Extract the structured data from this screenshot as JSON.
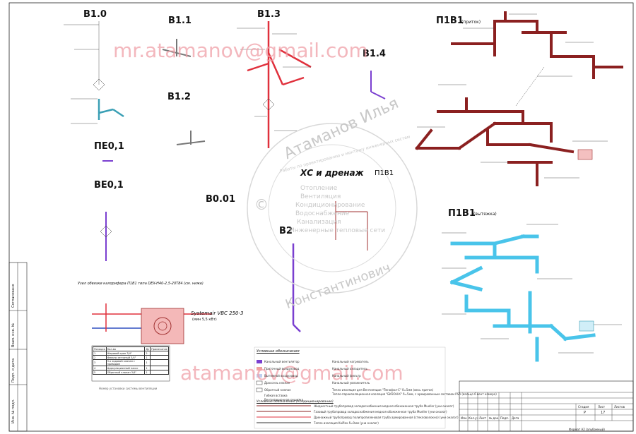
{
  "systems": {
    "v10": "В1.0",
    "v11": "В1.1",
    "v13": "В1.3",
    "v14": "В1.4",
    "v12": "В1.2",
    "pe01": "ПЕ0,1",
    "ve01": "ВЕ0,1",
    "v001": "В0.01",
    "v2": "В2",
    "p1v1_supply": "П1В1",
    "p1v1_supply_note": "(приток)",
    "p1v1_exhaust": "П1В1",
    "p1v1_exhaust_note": "(вытяжка)",
    "xs_drain": "ХС и дренаж",
    "xs_drain_sys": "П1В1"
  },
  "watermarks": {
    "email_top": "mr.atamanov@gmail.com",
    "email_bottom": "atamanov@gmail.com"
  },
  "stamp": {
    "name_top": "Атаманов Илья",
    "name_bottom": "Константинович",
    "ring_text": "Работы по проектированию и монтажу инженерных систем",
    "items": [
      "Отопление",
      "Вентиляция",
      "Кондиционирование",
      "Водоснабжение",
      "Канализация",
      "Инженерные тепловые сети"
    ],
    "copyright": "©"
  },
  "unit": {
    "title": "Узел обвязки калорифера П1В1 типа  DEX-H40-2,5-20Т84  (см. ниже)",
    "system_label": "Systemair  VBC 250-3",
    "system_sub": "(мин 5,5 кВт)",
    "bottom_note": "Номер установки системы вентиляции"
  },
  "unit_table": {
    "header": [
      "Позиция",
      "Кол-во",
      "Ду",
      "Примечание"
    ],
    "rows": [
      [
        "1",
        "Шаровой кран 3/4\"",
        "2",
        ""
      ],
      [
        "2",
        "Фильтр сетчатый 3/4\"",
        "1",
        ""
      ],
      [
        "3",
        "3-х ходовой клапан с приводом",
        "1",
        ""
      ],
      [
        "4",
        "Циркуляционный насос",
        "1",
        ""
      ],
      [
        "5",
        "Обратный клапан 3/4\"",
        "1",
        ""
      ]
    ]
  },
  "legend": {
    "title": "Условные обозначения",
    "items": [
      "Канальный вентилятор",
      "Приточный воздуховод",
      "Вытяжной воздуховод",
      "Дроссель клапан",
      "Обратный клапан",
      "Гибкая вставка",
      "Вентиляционная решетка",
      "Канальный нагреватель",
      "Канальный охладитель",
      "Канальный фильтр",
      "Канальный увлажнитель"
    ],
    "notes": [
      "Тепло изоляция для Вентиляции \"Пенофол-С\" δ=5мм (весь приток)",
      "Тепло-пароизоляционная изоляция  \"БИЗОН-К\" δ=5мм, с армированным составом PSA (вальцо 6  вент камера)"
    ],
    "pipe_title": "Условные обозначения (Кондиционирование)",
    "pipes": [
      "Жидкостный трубопровод холодоснабжения медная обожженная  труба Mueller (уни оналог)",
      "Газовый трубопровод холодоснабжения медная обожженная  труба Mueller (уни оналог)",
      "Дренажный трубопровод полипропиленовая труба армированная (стекловолокно) (уни оналог)",
      "Тепло изоляция Kaiflex δ=9мм (уни оналог)"
    ]
  },
  "titleblock": {
    "side": [
      "Согласовано",
      "Взам. инв. №",
      "Подп. и дата",
      "Инв. № подл."
    ],
    "cols": [
      "Изм.",
      "Кол.уч",
      "Лист",
      "№ док.",
      "Подп.",
      "Дата"
    ],
    "stage_hdr": [
      "Стадия",
      "Лист",
      "Листов"
    ],
    "stage_val": [
      "Р",
      "17",
      ""
    ],
    "format": "Формат А2 (альбомный)"
  },
  "colors": {
    "supply": "#8b2020",
    "exhaust": "#49c4ea",
    "red_pipe": "#e0303c",
    "purple": "#7a3fd0",
    "teal": "#3a9fb5",
    "watermark": "#f0a0a8"
  }
}
